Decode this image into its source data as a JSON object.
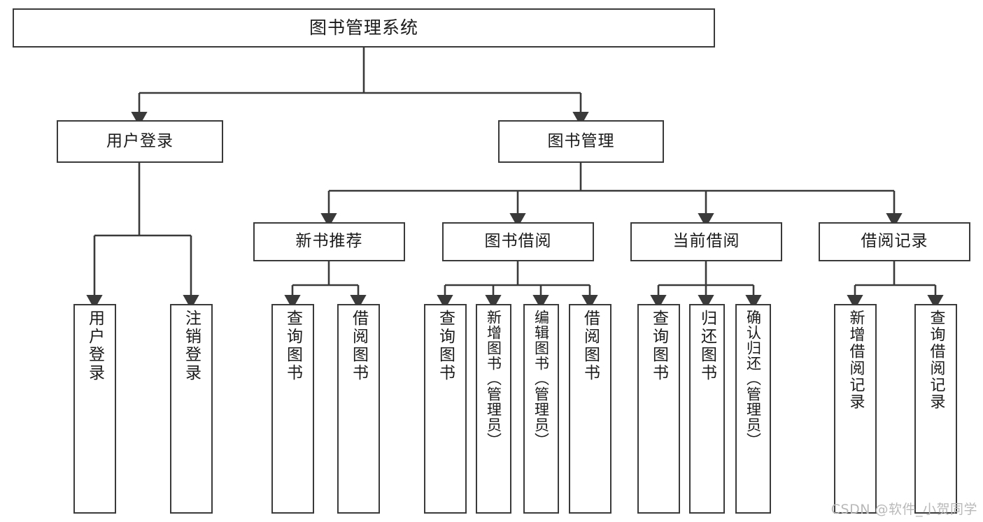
{
  "diagram": {
    "title_node": {
      "label": "图书管理系统"
    },
    "level2": [
      {
        "id": "user-login",
        "label": "用户登录"
      },
      {
        "id": "book-manage",
        "label": "图书管理"
      }
    ],
    "level3": [
      {
        "id": "new-book-recommend",
        "label": "新书推荐"
      },
      {
        "id": "book-borrow",
        "label": "图书借阅"
      },
      {
        "id": "current-borrow",
        "label": "当前借阅"
      },
      {
        "id": "borrow-record",
        "label": "借阅记录"
      }
    ],
    "leaves": [
      {
        "id": "leaf-user-login",
        "label": "用户登录",
        "parent": "user-login"
      },
      {
        "id": "leaf-logout-login",
        "label": "注销登录",
        "parent": "user-login"
      },
      {
        "id": "leaf-query-book-1",
        "label": "查询图书",
        "parent": "new-book-recommend"
      },
      {
        "id": "leaf-borrow-book-1",
        "label": "借阅图书",
        "parent": "new-book-recommend"
      },
      {
        "id": "leaf-query-book-2",
        "label": "查询图书",
        "parent": "book-borrow"
      },
      {
        "id": "leaf-add-book",
        "label": "新增图书（管理员）",
        "parent": "book-borrow"
      },
      {
        "id": "leaf-edit-book",
        "label": "编辑图书（管理员）",
        "parent": "book-borrow"
      },
      {
        "id": "leaf-borrow-book-2",
        "label": "借阅图书",
        "parent": "book-borrow"
      },
      {
        "id": "leaf-query-book-3",
        "label": "查询图书",
        "parent": "current-borrow"
      },
      {
        "id": "leaf-return-book",
        "label": "归还图书",
        "parent": "current-borrow"
      },
      {
        "id": "leaf-confirm-return",
        "label": "确认归还（管理员）",
        "parent": "current-borrow"
      },
      {
        "id": "leaf-add-record",
        "label": "新增借阅记录",
        "parent": "borrow-record"
      },
      {
        "id": "leaf-query-record",
        "label": "查询借阅记录",
        "parent": "borrow-record"
      }
    ],
    "watermark": "CSDN @软件_小贺同学",
    "colors": {
      "stroke": "#3a3a3a",
      "text": "#1a1a1a",
      "background": "#ffffff",
      "watermark": "#b9b9b9"
    }
  }
}
